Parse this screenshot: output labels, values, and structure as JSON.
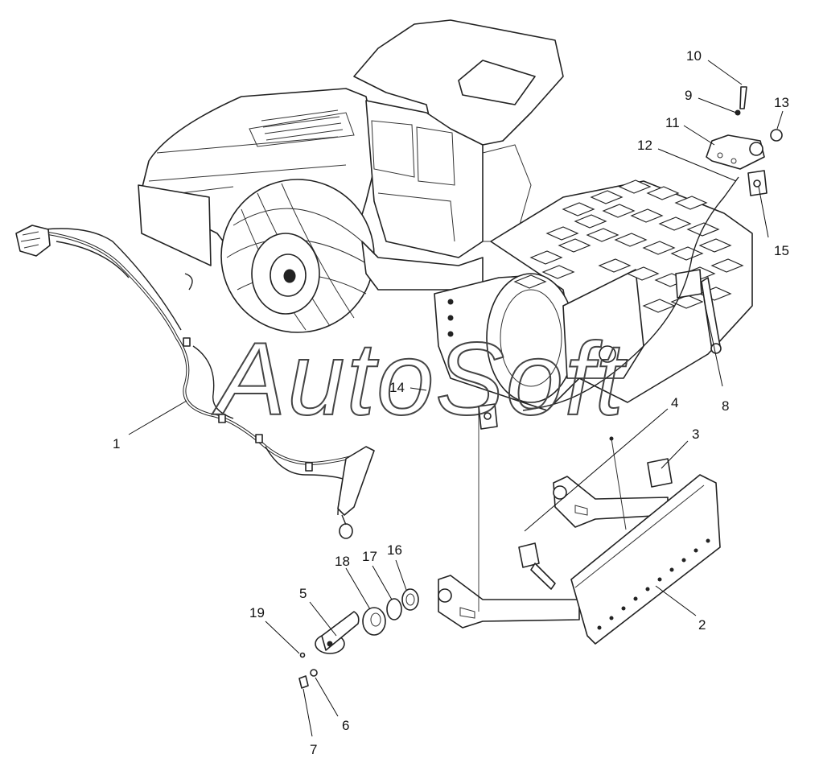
{
  "diagram": {
    "watermark": "AutoSoft",
    "callouts": {
      "1": "1",
      "2": "2",
      "3": "3",
      "4": "4",
      "5": "5",
      "6": "6",
      "7": "7",
      "8": "8",
      "9": "9",
      "10": "10",
      "11": "11",
      "12": "12",
      "13": "13",
      "14": "14",
      "15": "15",
      "16": "16",
      "17": "17",
      "18": "18",
      "19": "19"
    }
  }
}
